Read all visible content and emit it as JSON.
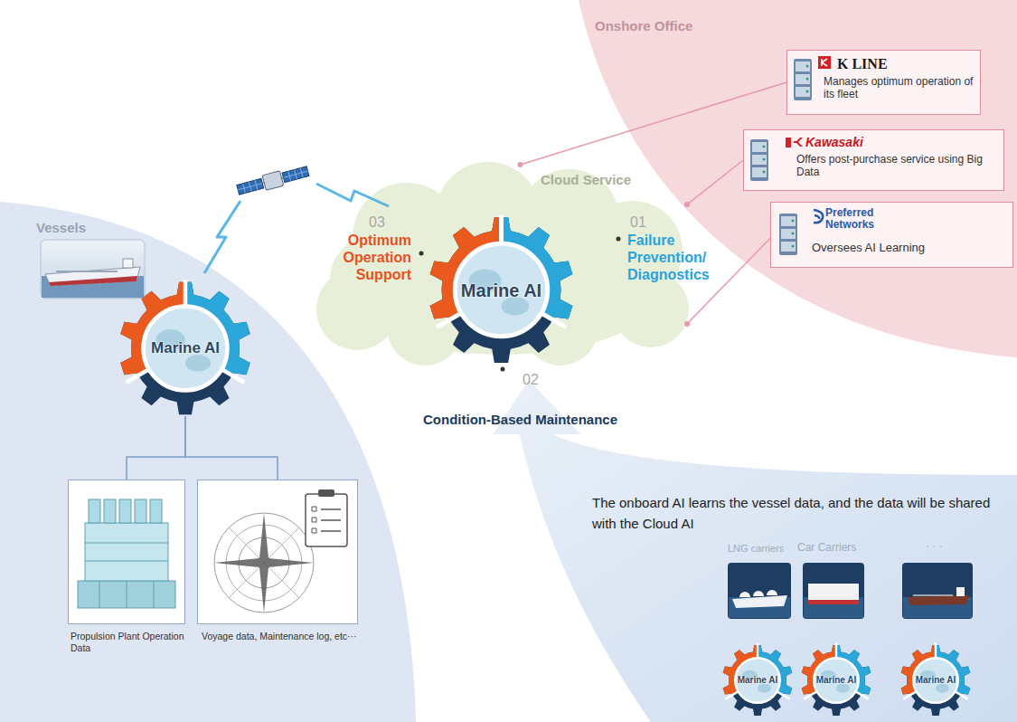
{
  "diagram": {
    "nodes": [
      {
        "text": [
          "Vessels"
        ]
      },
      {
        "text": [
          "Marine AI"
        ],
        "in": 0
      },
      {
        "text": [
          "Propulsion Plant Operation Data"
        ],
        "in": 0
      },
      {
        "text": [
          "Voyage data, Maintenance log, etc···"
        ],
        "in": 0
      },
      {
        "text": [
          "Cloud Service"
        ]
      },
      {
        "text": [
          "Marine AI"
        ],
        "in": 4
      },
      {
        "text": [
          "Onshore Office"
        ]
      },
      {
        "text": [
          "K LINE",
          "Manages optimum operation of its fleet"
        ],
        "in": 6
      },
      {
        "text": [
          "Kawasaki",
          "Offers post-purchase service using Big Data"
        ],
        "in": 6
      },
      {
        "text": [
          "Preferred Networks",
          "Oversees AI Learning"
        ],
        "in": 6
      },
      {
        "text": [
          "The onboard AI learns the vessel data, and the data will be shared with the Cloud AI"
        ]
      },
      {
        "text": [
          "Marine AI"
        ],
        "in": 10
      },
      {
        "text": [
          "Marine AI"
        ],
        "in": 10
      },
      {
        "text": [
          "Marine AI"
        ],
        "in": 10
      }
    ],
    "edges": [
      {
        "from": 1,
        "to": 2,
        "arrow": "none"
      },
      {
        "from": 1,
        "to": 3,
        "arrow": "none"
      },
      {
        "from": 7,
        "to": 4,
        "arrow": "none"
      },
      {
        "from": 8,
        "to": 4,
        "arrow": "none"
      },
      {
        "from": 9,
        "to": 4,
        "arrow": "none"
      }
    ],
    "labels": [
      "03",
      "Optimum Operation Support",
      "01",
      "Failure Prevention/ Diagnostics",
      "02",
      "Condition-Based Maintenance",
      "LNG carriers",
      "Car Carriers",
      "· · ·"
    ]
  }
}
